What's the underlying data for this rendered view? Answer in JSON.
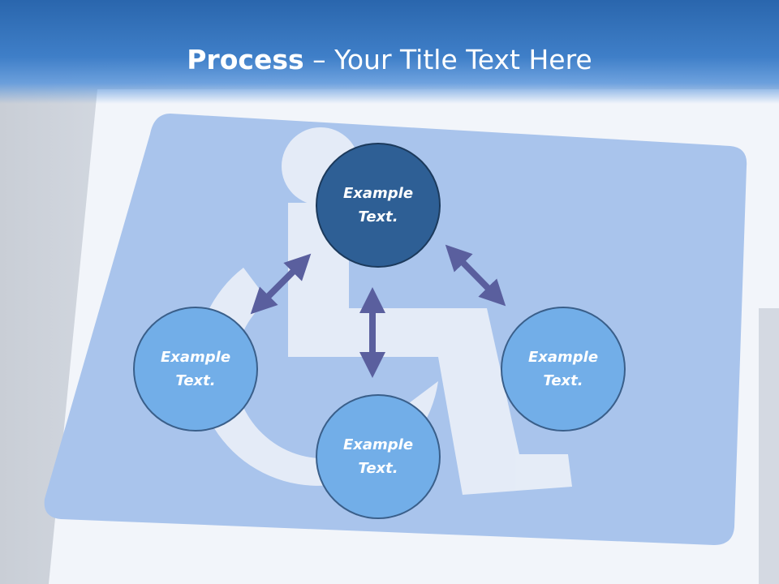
{
  "slide": {
    "title_bold": "Process",
    "title_rest": " – Your Title Text Here"
  },
  "nodes": {
    "top": {
      "line1": "Example",
      "line2": "Text."
    },
    "left": {
      "line1": "Example",
      "line2": "Text."
    },
    "right": {
      "line1": "Example",
      "line2": "Text."
    },
    "bottom": {
      "line1": "Example",
      "line2": "Text."
    }
  },
  "colors": {
    "header": "#2a66ad",
    "top_node": "#2e5f95",
    "node": "#72aee8",
    "arrow": "#5a5f9e"
  },
  "background_icon": "wheelchair-accessibility-sign"
}
